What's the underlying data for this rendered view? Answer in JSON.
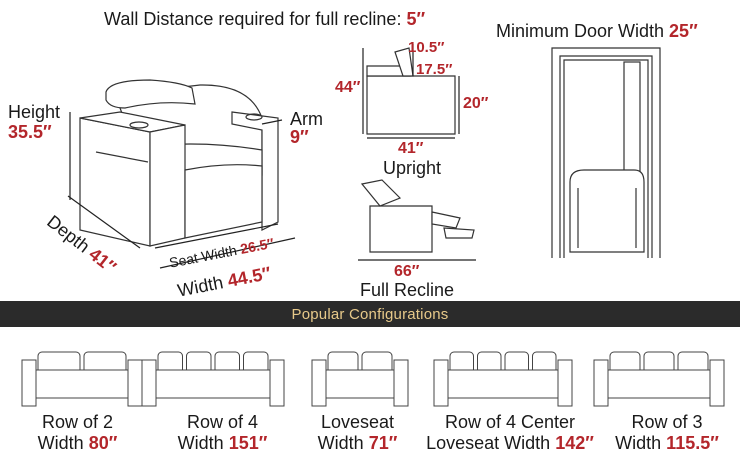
{
  "header": {
    "wall_label": "Wall Distance required for full recline:",
    "wall_value": "5″"
  },
  "door": {
    "label": "Minimum Door Width",
    "value": "25″"
  },
  "main_chair": {
    "height_label": "Height",
    "height_value": "35.5″",
    "arm_label": "Arm",
    "arm_value": "9″",
    "depth_label": "Depth",
    "depth_value": "41″",
    "seat_width_label": "Seat Width",
    "seat_width_value": "26.5″",
    "width_label": "Width",
    "width_value": "44.5″"
  },
  "upright": {
    "label": "Upright",
    "headrest_value": "10.5″",
    "top_value": "17.5″",
    "height_value": "44″",
    "arm_height_value": "20″",
    "depth_value": "41″"
  },
  "recline": {
    "label": "Full Recline",
    "depth_value": "66″"
  },
  "banner": {
    "title": "Popular Configurations"
  },
  "configurations": [
    {
      "name": "Row of 2",
      "width_label": "Width",
      "width_value": "80″",
      "seats": 2
    },
    {
      "name": "Row of 4",
      "width_label": "Width",
      "width_value": "151″",
      "seats": 4
    },
    {
      "name": "Loveseat",
      "width_label": "Width",
      "width_value": "71″",
      "seats": 2
    },
    {
      "name": "Row of 4 Center",
      "width_label": "Loveseat Width",
      "width_value": "142″",
      "seats": 4
    },
    {
      "name": "Row of 3",
      "width_label": "Width",
      "width_value": "115.5″",
      "seats": 3
    }
  ]
}
